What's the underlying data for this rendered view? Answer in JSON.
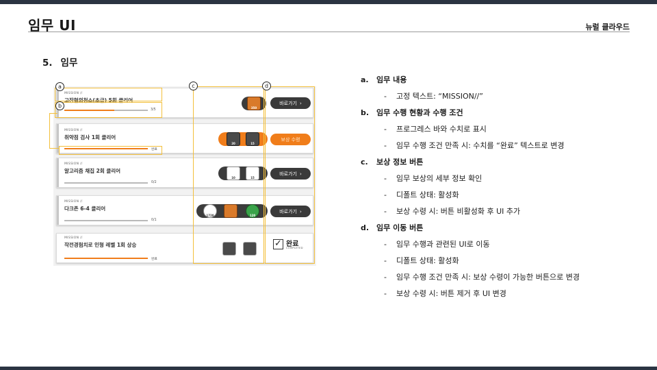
{
  "page": {
    "title": "임무 UI",
    "brand": "뉴럴 클라우드",
    "section_number": "5.",
    "section_title": "임무"
  },
  "panel": {
    "badges": [
      "a",
      "b",
      "c",
      "d"
    ],
    "missions": [
      {
        "label": "MISSION //",
        "name": "고장협의청소(초급) 5회 클리어",
        "progress_text": "3/5",
        "progress": 0.6,
        "reward_numbers": [
          "350"
        ],
        "button": "바로가기"
      },
      {
        "label": "MISSION //",
        "name": "취약점 검사 1회 클리어",
        "progress_text": "완료",
        "progress": 1.0,
        "reward_numbers": [
          "20",
          "15"
        ],
        "button": "보상 수령"
      },
      {
        "label": "MISSION //",
        "name": "알고리즘 채집 2회 클리어",
        "progress_text": "0/2",
        "progress": 0.0,
        "reward_numbers": [
          "10",
          "15"
        ],
        "button": "바로가기"
      },
      {
        "label": "MISSION //",
        "name": "다크존 6-4 클리어",
        "progress_text": "0/1",
        "progress": 0.0,
        "reward_numbers": [
          "1720",
          "",
          "120"
        ],
        "button": "바로가기"
      },
      {
        "label": "MISSION //",
        "name": "작전경험치로 인형 레벨 1회 상승",
        "progress_text": "완료",
        "progress": 1.0,
        "reward_numbers": [],
        "done_label": "완료",
        "done_sub": "COMPLETED"
      }
    ]
  },
  "descriptions": [
    {
      "key": "a.",
      "heading": "임무 내용",
      "points": [
        "고정 텍스트: “MISSION//”"
      ]
    },
    {
      "key": "b.",
      "heading": "임무 수행 현황과 수행 조건",
      "points": [
        "프로그레스 바와 수치로 표시",
        "임무 수행 조건 만족 시: 수치를 “완료” 텍스트로 변경"
      ]
    },
    {
      "key": "c.",
      "heading": "보상 정보 버튼",
      "points": [
        "임무 보상의 세부 정보 확인",
        "디폴트 상태: 활성화",
        "보상 수령 시: 버튼 비활성화 후 UI 추가"
      ]
    },
    {
      "key": "d.",
      "heading": "임무 이동 버튼",
      "points": [
        "임무 수행과 관련된 UI로 이동",
        "디폴트 상태: 활성화",
        "임무 수행 조건 만족 시: 보상 수령이 가능한 버튼으로 변경",
        "보상 수령 시: 버튼 제거 후 UI 변경"
      ]
    }
  ],
  "colors": {
    "accent": "#f07d1a",
    "highlight": "#f3bf3a",
    "bar": "#2b3442"
  }
}
